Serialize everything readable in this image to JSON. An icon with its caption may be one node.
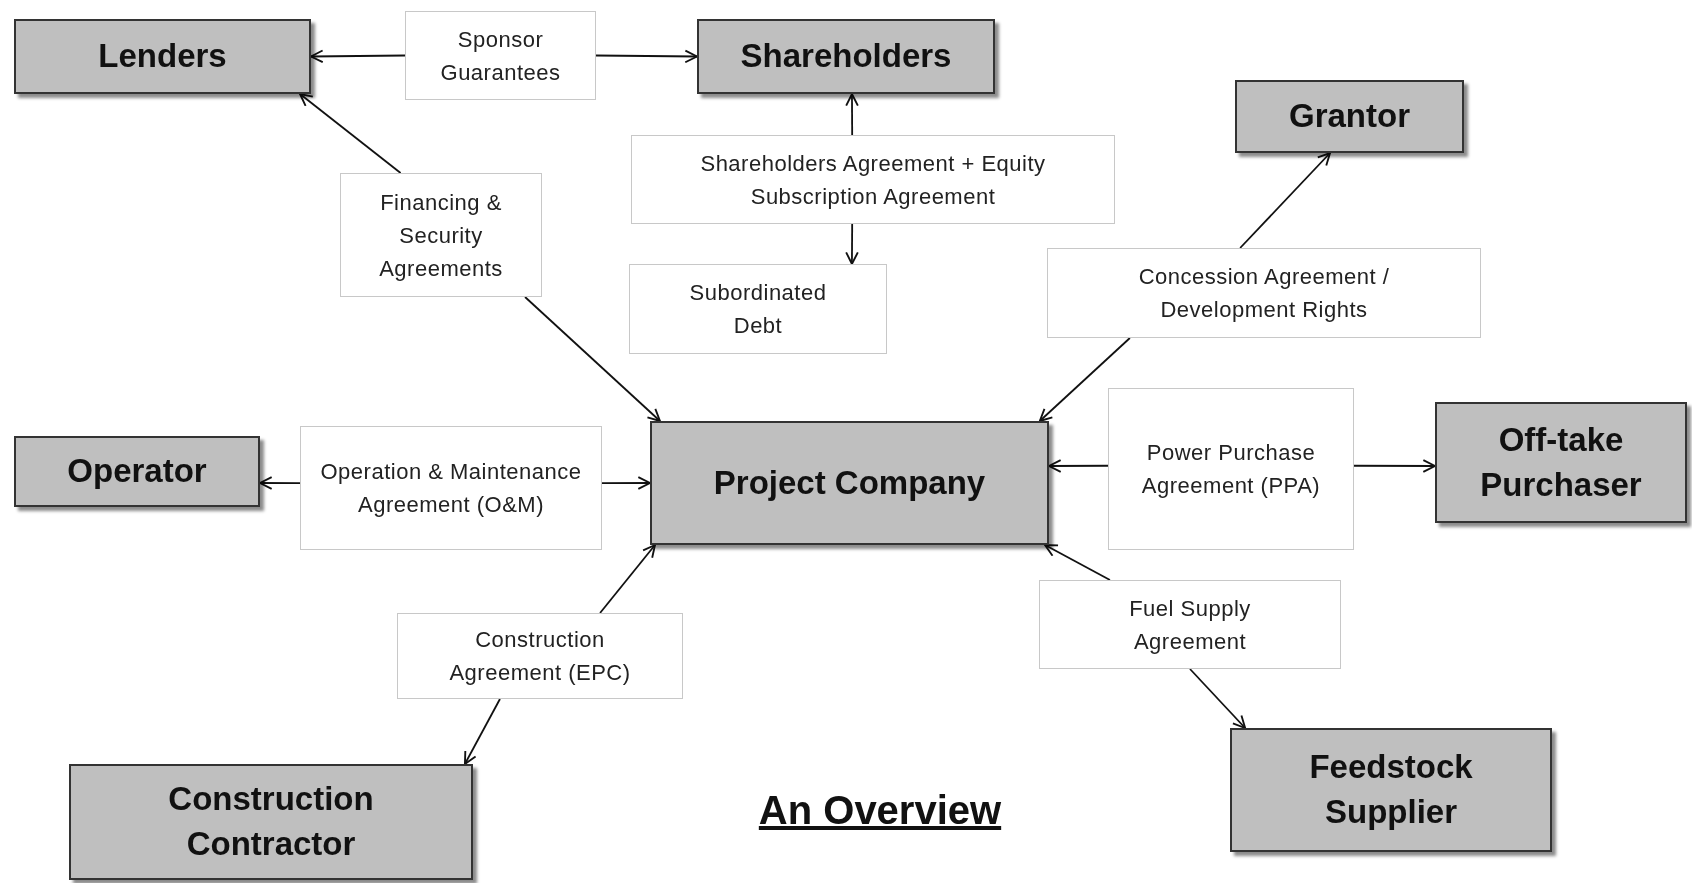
{
  "diagram": {
    "title": "An Overview",
    "nodes": [
      {
        "text": [
          "Lenders"
        ]
      },
      {
        "text": [
          "Sponsor Guarantees"
        ]
      },
      {
        "text": [
          "Shareholders"
        ]
      },
      {
        "text": [
          "Grantor"
        ]
      },
      {
        "text": [
          "Financing & Security Agreements"
        ]
      },
      {
        "text": [
          "Shareholders Agreement + Equity Subscription Agreement"
        ]
      },
      {
        "text": [
          "Subordinated Debt"
        ]
      },
      {
        "text": [
          "Concession Agreement / Development Rights"
        ]
      },
      {
        "text": [
          "Operator"
        ]
      },
      {
        "text": [
          "Operation & Maintenance Agreement (O&M)"
        ]
      },
      {
        "text": [
          "Project Company"
        ]
      },
      {
        "text": [
          "Power Purchase Agreement (PPA)"
        ]
      },
      {
        "text": [
          "Off-take Purchaser"
        ]
      },
      {
        "text": [
          "Construction Agreement (EPC)"
        ]
      },
      {
        "text": [
          "Fuel Supply Agreement"
        ]
      },
      {
        "text": [
          "Construction Contractor"
        ]
      },
      {
        "text": [
          "Feedstock Supplier"
        ]
      }
    ],
    "edges": [
      {
        "from": 1,
        "to": 0,
        "arrow": "to"
      },
      {
        "from": 1,
        "to": 2,
        "arrow": "to"
      },
      {
        "from": 4,
        "to": 0,
        "arrow": "to"
      },
      {
        "from": 4,
        "to": 10,
        "arrow": "to"
      },
      {
        "from": 5,
        "to": 2,
        "arrow": "to"
      },
      {
        "from": 5,
        "to": 6,
        "arrow": "to"
      },
      {
        "from": 7,
        "to": 3,
        "arrow": "to"
      },
      {
        "from": 7,
        "to": 10,
        "arrow": "to"
      },
      {
        "from": 9,
        "to": 8,
        "arrow": "to"
      },
      {
        "from": 9,
        "to": 10,
        "arrow": "to"
      },
      {
        "from": 11,
        "to": 10,
        "arrow": "to"
      },
      {
        "from": 11,
        "to": 12,
        "arrow": "to"
      },
      {
        "from": 13,
        "to": 10,
        "arrow": "to"
      },
      {
        "from": 13,
        "to": 15,
        "arrow": "to"
      },
      {
        "from": 14,
        "to": 10,
        "arrow": "to"
      },
      {
        "from": 14,
        "to": 16,
        "arrow": "to"
      }
    ]
  }
}
